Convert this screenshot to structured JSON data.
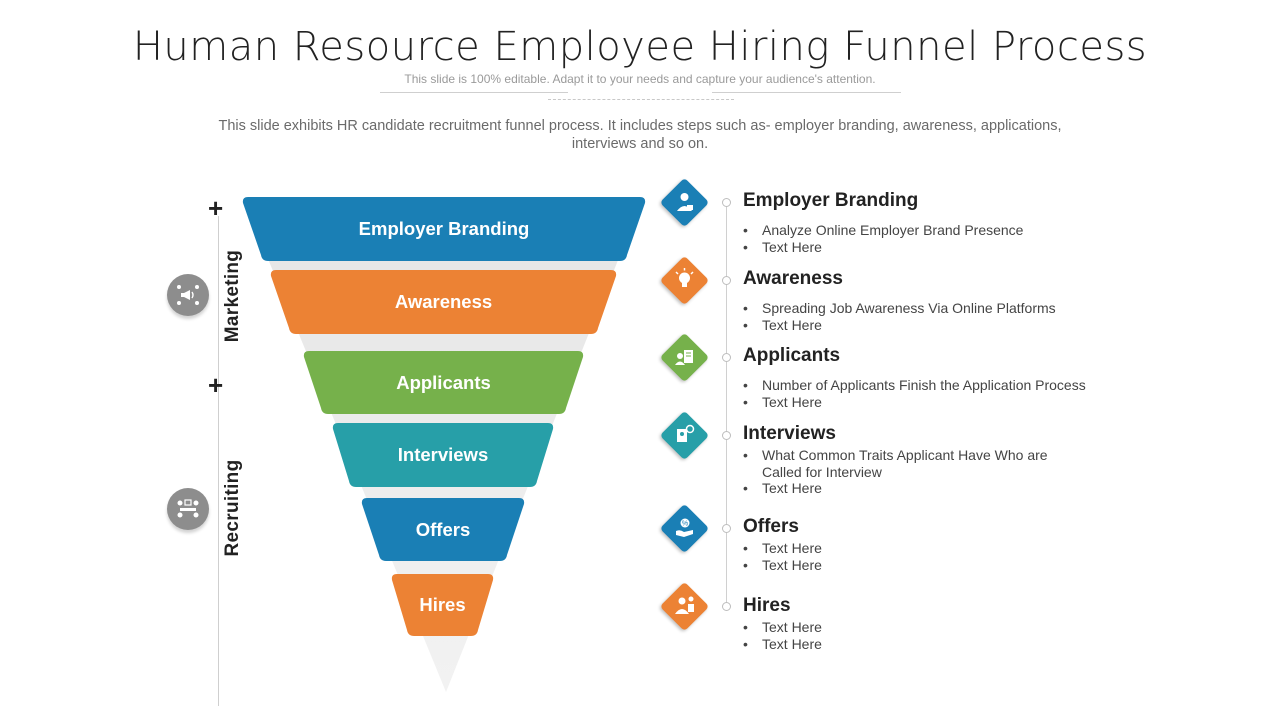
{
  "header": {
    "title": "Human Resource Employee Hiring Funnel Process",
    "subtitle": "This slide is 100% editable. Adapt it to your needs and capture your audience's attention.",
    "description": "This slide exhibits HR candidate recruitment funnel process. It includes steps such as- employer branding, awareness, applications, interviews and so on."
  },
  "groups": [
    {
      "label": "Marketing",
      "icon": "megaphone-network-icon"
    },
    {
      "label": "Recruiting",
      "icon": "meeting-table-icon"
    }
  ],
  "plus_symbol": "+",
  "funnel": [
    {
      "label": "Employer Branding",
      "color": "#1A7FB5"
    },
    {
      "label": "Awareness",
      "color": "#EC8234"
    },
    {
      "label": "Applicants",
      "color": "#76B14B"
    },
    {
      "label": "Interviews",
      "color": "#279FA8"
    },
    {
      "label": "Offers",
      "color": "#1A7FB5"
    },
    {
      "label": "Hires",
      "color": "#EC8234"
    }
  ],
  "steps": [
    {
      "title": "Employer Branding",
      "bullets": [
        "Analyze Online Employer Brand Presence",
        "Text Here"
      ],
      "color": "#1A7FB5",
      "icon": "employer-badge-icon"
    },
    {
      "title": "Awareness",
      "bullets": [
        "Spreading Job Awareness Via Online Platforms",
        "Text Here"
      ],
      "color": "#EC8234",
      "icon": "lightbulb-icon"
    },
    {
      "title": "Applicants",
      "bullets": [
        "Number of Applicants Finish the Application Process",
        "Text Here"
      ],
      "color": "#76B14B",
      "icon": "applicant-card-icon"
    },
    {
      "title": "Interviews",
      "bullets": [
        "What Common Traits Applicant Have Who are Called for Interview",
        "Text Here"
      ],
      "color": "#279FA8",
      "icon": "interview-icon"
    },
    {
      "title": "Offers",
      "bullets": [
        "Text Here",
        "Text Here"
      ],
      "color": "#1A7FB5",
      "icon": "offer-hand-icon"
    },
    {
      "title": "Hires",
      "bullets": [
        "Text Here",
        "Text Here"
      ],
      "color": "#EC8234",
      "icon": "hired-person-icon"
    }
  ]
}
